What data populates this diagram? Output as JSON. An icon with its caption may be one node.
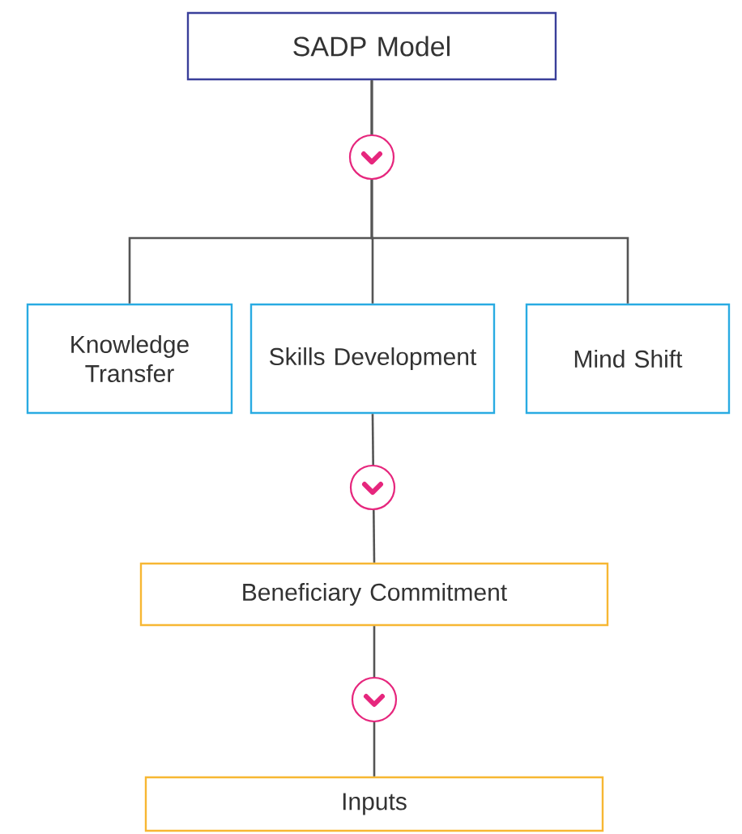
{
  "diagram": {
    "nodes": [
      {
        "text": [
          "SADP Model"
        ]
      },
      {
        "text": [
          "Knowledge Transfer"
        ]
      },
      {
        "text": [
          "Skills Development"
        ]
      },
      {
        "text": [
          "Mind Shift"
        ]
      },
      {
        "text": [
          "Beneficiary Commitment"
        ]
      },
      {
        "text": [
          "Inputs"
        ]
      }
    ],
    "edges": [
      {
        "from": 0,
        "to": 1,
        "arrow": "to"
      },
      {
        "from": 0,
        "to": 2,
        "arrow": "to"
      },
      {
        "from": 0,
        "to": 3,
        "arrow": "to"
      },
      {
        "from": 2,
        "to": 4,
        "arrow": "to"
      },
      {
        "from": 4,
        "to": 5,
        "arrow": "to"
      }
    ]
  }
}
